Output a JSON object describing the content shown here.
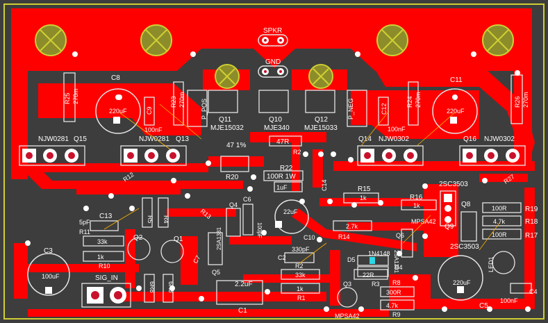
{
  "colors": {
    "background": "#3d3d3d",
    "copper": "#ff0000",
    "silkscreen": "#e6e6e6",
    "label": "#ffffff",
    "outline": "#cfcf33",
    "pad": "#ffffff",
    "hole": "#c8122c",
    "ratsnest": "#ffb000",
    "led": "#2fd6e6"
  },
  "labels": {
    "spkr": "SPKR",
    "gnd": "GND",
    "c8": "C8",
    "c8_val": "220uF",
    "c11": "C11",
    "c11_val": "220uF",
    "r25": "R25",
    "r25_val": "270m",
    "r26": "R26",
    "r26_val": "270m",
    "r23": "R23",
    "r23_val": "270m",
    "r24": "R24",
    "r24_val": "270m",
    "c9": "C9",
    "c9_val": "100nF",
    "c12": "C12",
    "c12_val": "100nF",
    "p_pos": "P_POS",
    "p_neg": "P_NEG",
    "q11": "Q11",
    "q11_val": "MJE15032",
    "q10": "Q10",
    "q10_val": "MJE340",
    "q12": "Q12",
    "q12_val": "MJE15033",
    "q15": "Q15",
    "q15_val": "NJW0281",
    "q13": "Q13",
    "q13_val": "NJW0281",
    "q14": "Q14",
    "q14_val": "NJW0302",
    "q16": "Q16",
    "q16_val": "NJW0302",
    "r20_val": "47 1%",
    "r20": "R20",
    "r21": "R2",
    "r21_val": "47R",
    "r22": "R22",
    "r22_val": "100R 1W",
    "c14_val": "1uF",
    "c14": "C14",
    "r15": "R15",
    "r15_val": "1k",
    "r16": "R16",
    "r16_val": "1k",
    "q7": "2SC3503",
    "q8": "Q8",
    "q9": "Q9",
    "q9_val": "2SC3503",
    "r19_val": "100R",
    "r19": "R19",
    "r18_val": "4.7k",
    "r18": "R18",
    "r17_val": "100R",
    "r17": "R17",
    "r14_val": "2.7k",
    "r14": "R14",
    "c10_val": "22uF",
    "c10": "C10",
    "mpsa42_top": "MPSA42",
    "q6": "Q6",
    "q5a": "2SA1381",
    "q4": "Q4",
    "c6": "C6",
    "c6_val": "100pF",
    "q5": "Q5",
    "q5_val": "2SA1381",
    "c13": "C13",
    "c13_val": "5pF",
    "r11": "R11",
    "r11_val": "33k",
    "r10": "R10",
    "r10_val": "1k",
    "c3": "C3",
    "c3_val": "100uF",
    "sig_in": "SIG_IN",
    "q1": "Q1",
    "q2": "Q2",
    "c7": "C7",
    "c1": "C1",
    "c1_val": "2.2uF",
    "c2": "C2",
    "c2_val": "330pF",
    "r2": "R2",
    "r2_val": "33k",
    "r1": "R1",
    "r1_val": "1k",
    "d5": "D5",
    "d5_val": "1N4148",
    "d4": "D4",
    "r3": "R3",
    "r3_val": "22R",
    "r8": "R8",
    "r8_val": "300R",
    "r9": "R9",
    "r9_val": "4.7k",
    "q3": "Q3",
    "q3_val": "MPSA42",
    "c5": "C5",
    "c5_val": "220uF",
    "c4": "C4",
    "c4_val": "100nF",
    "led1": "LED1",
    "r5": "R5",
    "r4": "R4",
    "r6_val": "6R8",
    "r7_val": "6R8",
    "r12": "R12",
    "r13": "R13",
    "r27": "R27"
  }
}
